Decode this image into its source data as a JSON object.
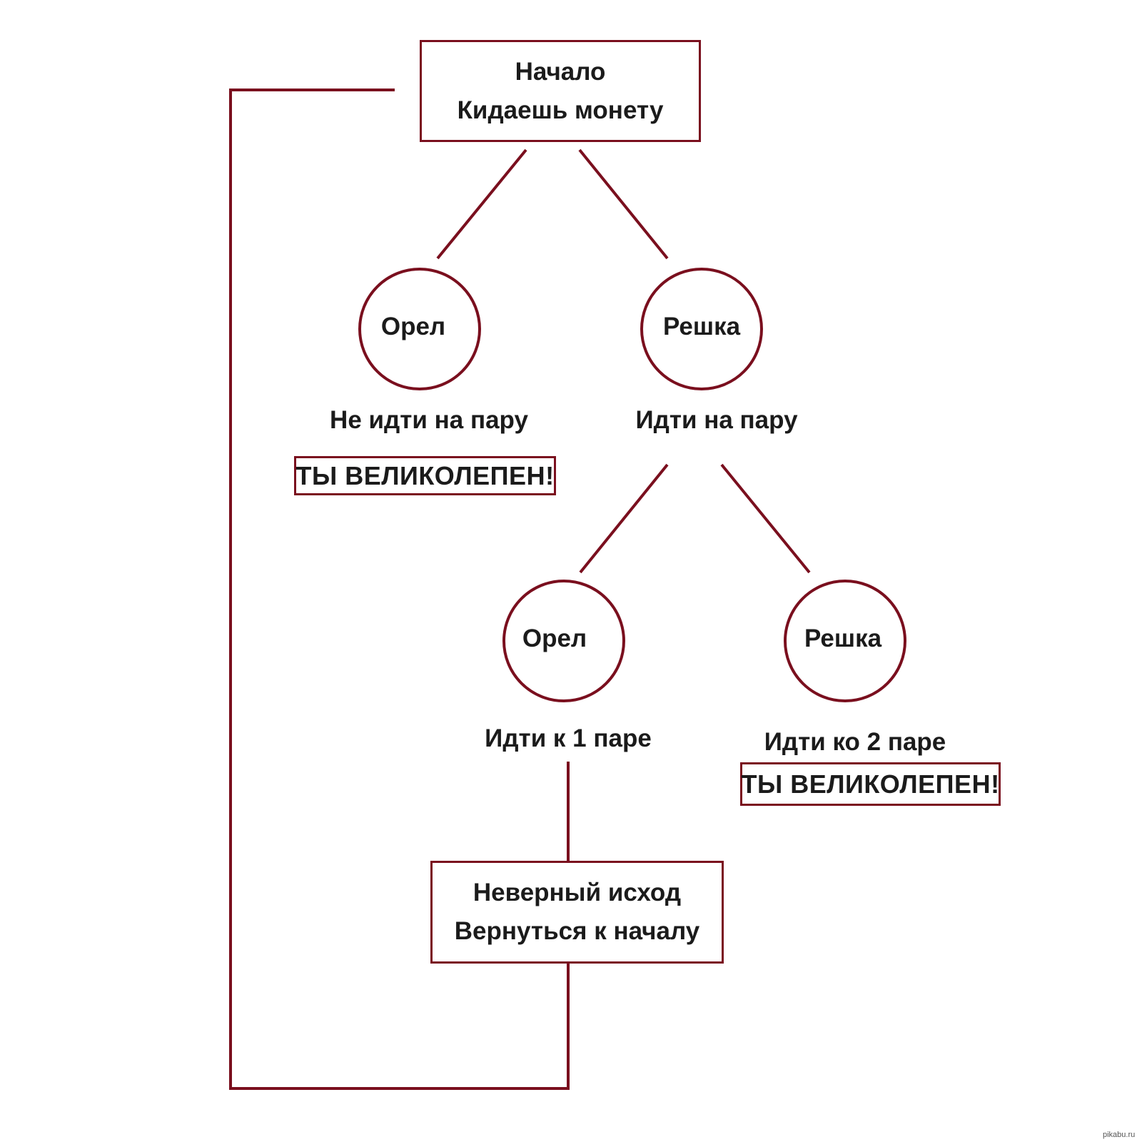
{
  "colors": {
    "accent": "#7a0f1e",
    "text": "#1b1b1b",
    "background": "#ffffff"
  },
  "start": {
    "line1": "Начало",
    "line2": "Кидаешь монету"
  },
  "level1": {
    "heads": {
      "label": "Орел",
      "outcome": "Не идти на пару",
      "praise": "ТЫ ВЕЛИКОЛЕПЕН!"
    },
    "tails": {
      "label": "Решка",
      "outcome": "Идти на пару"
    }
  },
  "level2": {
    "heads": {
      "label": "Орел",
      "outcome": "Идти к 1 паре"
    },
    "tails": {
      "label": "Решка",
      "outcome": "Идти ко 2 паре",
      "praise": "ТЫ ВЕЛИКОЛЕПЕН!"
    }
  },
  "wrong": {
    "line1": "Неверный исход",
    "line2": "Вернуться к началу"
  },
  "watermark": "pikabu.ru"
}
